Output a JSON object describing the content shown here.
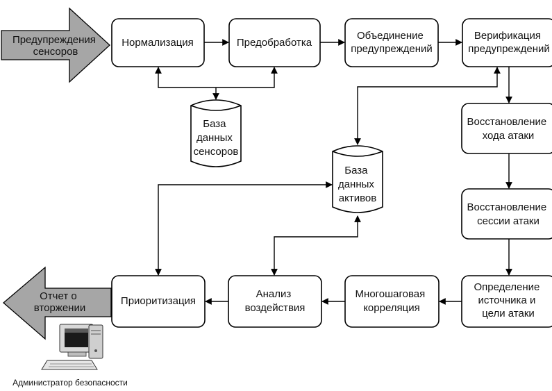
{
  "diagram": {
    "input_arrow": {
      "lines": [
        "Предупреждения",
        "сенсоров"
      ]
    },
    "output_arrow": {
      "lines": [
        "Отчет о",
        "вторжении"
      ]
    },
    "nodes": {
      "normalization": {
        "lines": [
          "Нормализация"
        ]
      },
      "preprocessing": {
        "lines": [
          "Предобработка"
        ]
      },
      "merge_alerts": {
        "lines": [
          "Объединение",
          "предупреждений"
        ]
      },
      "verify_alerts": {
        "lines": [
          "Верификация",
          "предупреждений"
        ]
      },
      "attack_flow": {
        "lines": [
          "Восстановление",
          "хода атаки"
        ]
      },
      "attack_session": {
        "lines": [
          "Восстановление",
          "сессии атаки"
        ]
      },
      "source_target": {
        "lines": [
          "Определение",
          "источника и",
          "цели атаки"
        ]
      },
      "multistep_correlation": {
        "lines": [
          "Многошаговая",
          "корреляция"
        ]
      },
      "impact_analysis": {
        "lines": [
          "Анализ",
          "воздействия"
        ]
      },
      "prioritization": {
        "lines": [
          "Приоритизация"
        ]
      }
    },
    "databases": {
      "sensors_db": {
        "lines": [
          "База",
          "данных",
          "сенсоров"
        ]
      },
      "assets_db": {
        "lines": [
          "База",
          "данных",
          "активов"
        ]
      }
    },
    "admin_label": "Администратор безопасности",
    "colors": {
      "big_arrow_fill": "#a6a6a6",
      "stroke": "#000000",
      "background": "#ffffff"
    }
  }
}
